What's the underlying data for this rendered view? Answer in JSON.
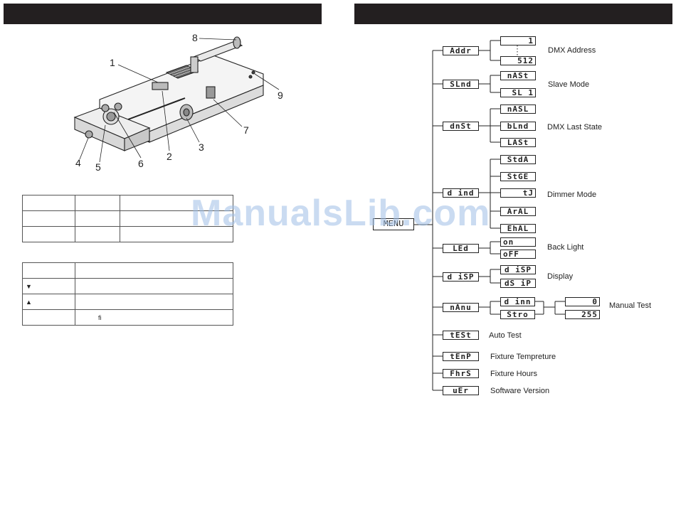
{
  "callouts": [
    "1",
    "2",
    "3",
    "4",
    "5",
    "6",
    "7",
    "8",
    "9"
  ],
  "tables": {
    "table1_rows": 3,
    "table2": {
      "row_arrow_down": "▼",
      "row_arrow_up": "▲",
      "row_fi": "fi"
    }
  },
  "watermark": "ManualsLib.com",
  "menu": {
    "root": "MENU",
    "items": [
      {
        "code": "Addr",
        "label": "",
        "children": [
          "1",
          "512"
        ],
        "child_label": "DMX Address"
      },
      {
        "code": "SLnd",
        "label": "",
        "children": [
          "nASt",
          "SL 1"
        ],
        "child_label": "Slave Mode"
      },
      {
        "code": "dnSt",
        "label": "",
        "children": [
          "nASL",
          "bLnd",
          "LASt"
        ],
        "child_label": "DMX Last State"
      },
      {
        "code": "d ind",
        "label": "",
        "children": [
          "StdA",
          "StGE",
          "tJ",
          "ArAL",
          "EhAL"
        ],
        "child_label": "Dimmer Mode"
      },
      {
        "code": "LEd",
        "label": "",
        "children": [
          "on",
          "oFF"
        ],
        "child_label": "Back Light"
      },
      {
        "code": "d iSP",
        "label": "",
        "children": [
          "d iSP",
          "dS iP"
        ],
        "child_label": "Display"
      },
      {
        "code": "nAnu",
        "label": "",
        "children": [
          "d inn",
          "Stro"
        ],
        "child_values": [
          "0",
          "255"
        ],
        "child_label": "Manual Test"
      },
      {
        "code": "tESt",
        "label": "Auto Test"
      },
      {
        "code": "tEnP",
        "label": "Fixture Tempreture"
      },
      {
        "code": "FhrS",
        "label": "Fixture Hours"
      },
      {
        "code": "uEr",
        "label": "Software Version"
      }
    ]
  }
}
